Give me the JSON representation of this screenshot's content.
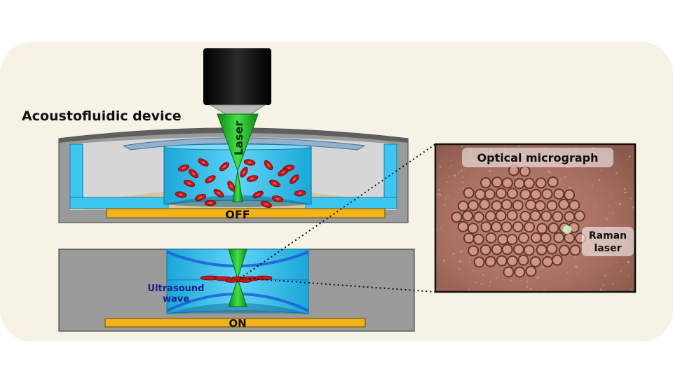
{
  "labels": {
    "device_title": "Acoustofluidic device",
    "laser": "Laser",
    "off_state": "OFF",
    "on_state": "ON",
    "ultrasound_line1": "Ultrasound",
    "ultrasound_line2": "wave",
    "micrograph_title": "Optical micrograph",
    "raman_line1": "Raman",
    "raman_line2": "laser"
  },
  "colors": {
    "panel_background": "#f6f2e6",
    "device_gray": "#9a9a9a",
    "chamber_blue": "#3cc6f0",
    "laser_green": "#22c02a",
    "objective_black": "#101010",
    "transducer_yellow": "#f2b21a",
    "cell_red": "#c4161c",
    "ultrasound_blue": "#1f5fd8",
    "micrograph_brown": "#b27466"
  }
}
